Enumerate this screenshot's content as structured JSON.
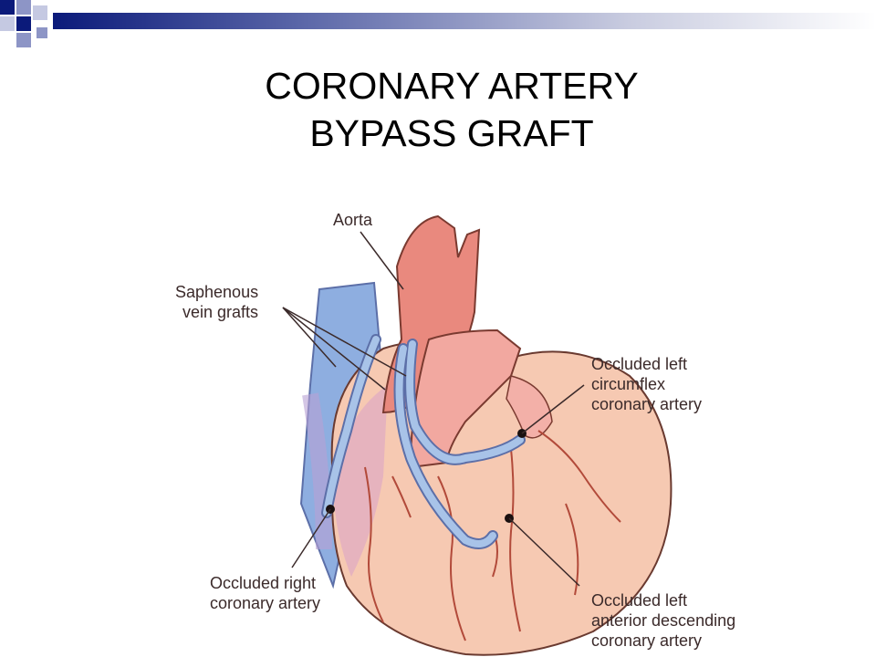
{
  "slide": {
    "title_line1": "CORONARY ARTERY",
    "title_line2": "BYPASS GRAFT"
  },
  "diagram": {
    "labels": {
      "aorta": "Aorta",
      "saphenous": [
        "Saphenous",
        "vein grafts"
      ],
      "circumflex": [
        "Occluded left",
        "circumflex",
        "coronary artery"
      ],
      "right_coronary": [
        "Occluded right",
        "coronary artery"
      ],
      "lad": [
        "Occluded left",
        "anterior descending",
        "coronary artery"
      ]
    }
  },
  "colors": {
    "accent_dark": "#0b1a7a",
    "accent_light": "#8d95c6",
    "heart": "#f2b8a4",
    "aorta": "#e9897e",
    "vein": "#7fa3d8",
    "graft": "#a8c3e8"
  }
}
